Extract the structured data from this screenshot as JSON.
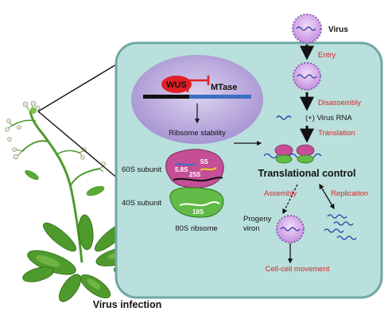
{
  "labels": {
    "virus": "Virus",
    "entry": "Entry",
    "disassembly": "Disassembly",
    "virus_rna": "(+) Virus RNA",
    "translation": "Translation",
    "translational_control": "Translational control",
    "assembly": "Assembly",
    "replication": "Replication",
    "progeny_line1": "Progeny",
    "progeny_line2": "viron",
    "cell_cell_movement": "Cell-cell movement",
    "wus": "WUS",
    "mtase": "MTase",
    "ribosome_stability": "Ribsome stability",
    "subunit_60s": "60S subunit",
    "subunit_40s": "40S subunit",
    "ribosome_80s": "80S ribsome",
    "rrna_58s": "5.8S",
    "rrna_5s": "5S",
    "rrna_25s": "25S",
    "rrna_18s": "18S",
    "virus_infection": "Virus infection"
  },
  "colors": {
    "cell_fill": "#b9e0dc",
    "cell_stroke": "#6fa8a3",
    "nucleus_fill": "#b7a7d9",
    "virus_fill": "#c89be0",
    "virus_stroke": "#8a5fb4",
    "rna": "#2a3ea8",
    "red_label": "#d7262b",
    "ribosome_large": "#c44f96",
    "ribosome_small": "#62bb46",
    "wus": "#e02027",
    "mtase_bar": "#3a6fc2",
    "plant": "#4e9a2c"
  }
}
